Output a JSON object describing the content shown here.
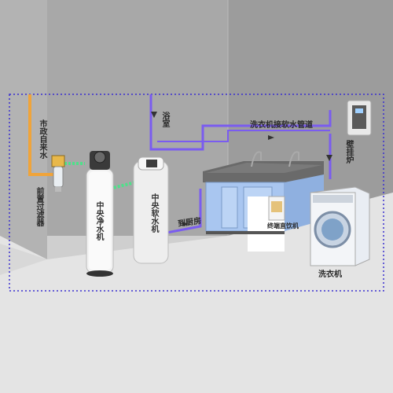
{
  "labels": {
    "city_water": "市政自来水",
    "pre_filter": "前置过滤器",
    "central_purifier": "中央净水机",
    "central_softener": "中央软水机",
    "bathroom": "浴室",
    "kitchen": "到厨房",
    "washer_pipe": "洗衣机接软水管道",
    "wall_heater": "壁挂炉",
    "under_sink": "终端直饮机",
    "washing_machine": "洗衣机"
  },
  "colors": {
    "wall_back": "#a7a7a7",
    "wall_right": "#9a9a9a",
    "floor": "#e2e2e2",
    "pipe_orange": "#f0a43a",
    "pipe_purple": "#7a5cf0",
    "pipe_green": "#4fe08a",
    "dotted_boundary": "#3a2fd0",
    "cabinet": "#a9c6f0"
  }
}
